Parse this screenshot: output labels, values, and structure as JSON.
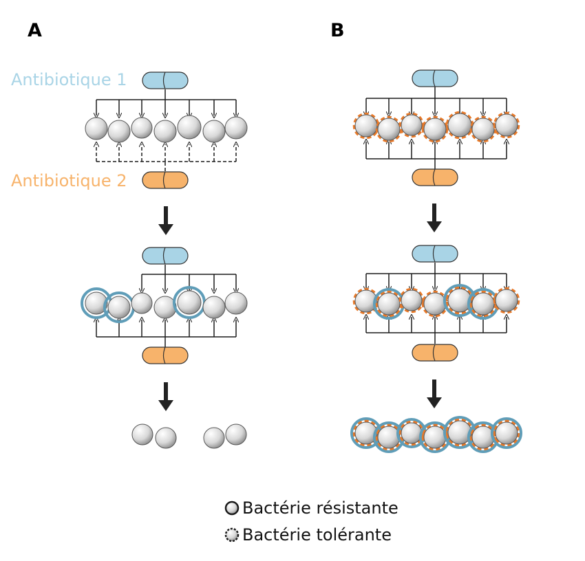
{
  "panels": {
    "a_label": "A",
    "b_label": "B"
  },
  "drugs": {
    "antibiotic_1": {
      "label": "Antibiotique 1",
      "color": "#a9d4e6"
    },
    "antibiotic_2": {
      "label": "Antibiotique 2",
      "color": "#f7b36b"
    }
  },
  "legend": {
    "resistant_label": "Bactérie résistante",
    "tolerant_label": "Bactérie tolérante"
  },
  "colors": {
    "resistant_ring": "#5f9db8",
    "tolerant_ring": "#e87a2a",
    "cell_fill": "#e6e6e6",
    "arrow": "#222222"
  }
}
